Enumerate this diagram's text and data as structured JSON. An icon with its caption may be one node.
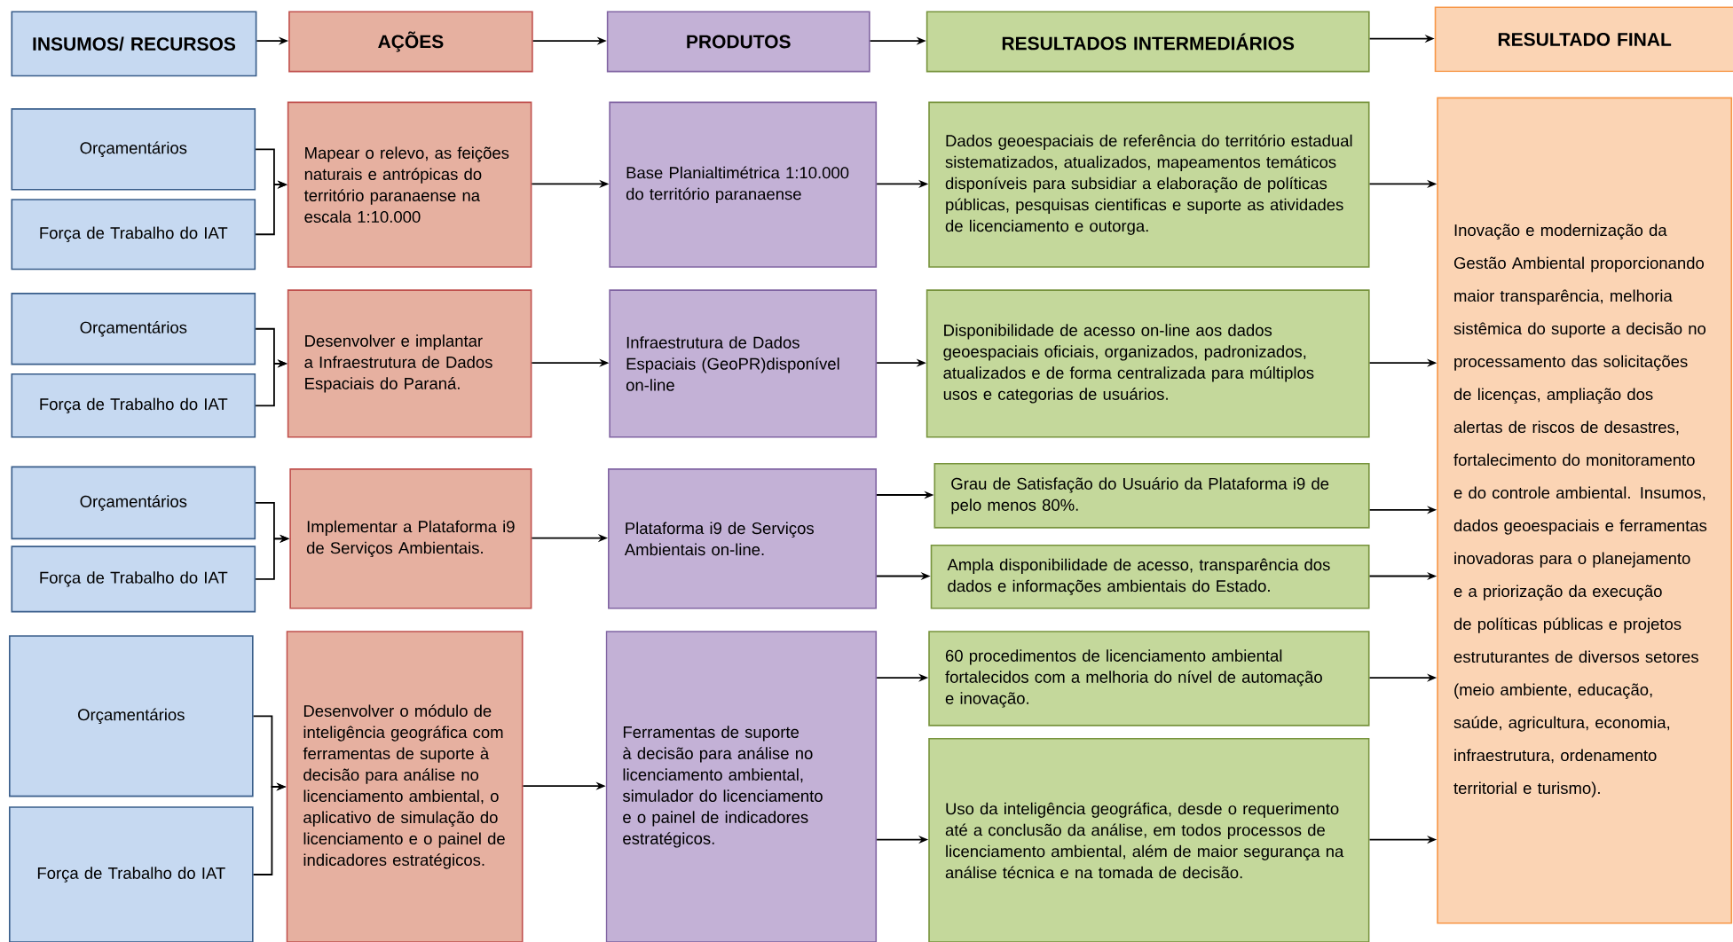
{
  "diagram": {
    "nodes": [
      {
        "text": [
          "INSUMOS/ RECURSOS"
        ]
      },
      {
        "text": [
          "AÇÕES"
        ]
      },
      {
        "text": [
          "PRODUTOS"
        ]
      },
      {
        "text": [
          "RESULTADOS INTERMEDIÁRIOS"
        ]
      },
      {
        "text": [
          "RESULTADO FINAL"
        ]
      },
      {
        "text": [
          "Orçamentários"
        ]
      },
      {
        "text": [
          "Força de Trabalho do IAT"
        ]
      },
      {
        "text": [
          "Mapear o relevo, as feições naturais e antrópicas do território paranaense na escala 1:10.000"
        ]
      },
      {
        "text": [
          "Base Planialtimétrica 1:10.000 do território paranaense"
        ]
      },
      {
        "text": [
          "Dados geoespaciais de referência do território estadual sistematizados, atualizados, mapeamentos temáticos disponíveis para subsidiar a elaboração de políticas públicas, pesquisas cientificas e suporte as atividades de licenciamento e outorga."
        ]
      },
      {
        "text": [
          "Inovação e modernização da Gestão Ambiental proporcionando maior transparência, melhoria sistêmica do suporte a decisão no processamento das solicitações de licenças, ampliação dos alertas de riscos de desastres, fortalecimento do monitoramento e do controle ambiental. Insumos, dados geoespaciais e ferramentas inovadoras para o planejamento e a priorização da execução de políticas públicas e projetos estruturantes de diversos setores (meio ambiente, educação, saúde, agricultura, economia, infraestrutura, ordenamento territorial e turismo)."
        ]
      },
      {
        "text": [
          "Orçamentários"
        ]
      },
      {
        "text": [
          "Força de Trabalho do IAT"
        ]
      },
      {
        "text": [
          "Desenvolver e implantar a Infraestrutura de Dados Espaciais do Paraná."
        ]
      },
      {
        "text": [
          "Infraestrutura de Dados Espaciais (GeoPR)disponível on-line"
        ]
      },
      {
        "text": [
          "Disponibilidade de acesso on-line aos dados geoespaciais oficiais, organizados, padronizados, atualizados e de forma centralizada para múltiplos usos e categorias de usuários."
        ]
      },
      {
        "text": [
          "Orçamentários"
        ]
      },
      {
        "text": [
          "Força de Trabalho do IAT"
        ]
      },
      {
        "text": [
          "Implementar a Plataforma i9 de Serviços Ambientais."
        ]
      },
      {
        "text": [
          "Plataforma i9 de Serviços Ambientais on-line."
        ]
      },
      {
        "text": [
          "Grau de Satisfação do Usuário da Plataforma i9 de pelo menos 80%."
        ]
      },
      {
        "text": [
          "Ampla disponibilidade de acesso, transparência dos dados e informações ambientais do Estado."
        ]
      },
      {
        "text": [
          "Orçamentários"
        ]
      },
      {
        "text": [
          "Força de Trabalho do IAT"
        ]
      },
      {
        "text": [
          "Desenvolver o módulo de inteligência geográfica com ferramentas de suporte à decisão para análise no licenciamento ambiental, o aplicativo de simulação do licenciamento e o painel de indicadores estratégicos."
        ]
      },
      {
        "text": [
          "Ferramentas de suporte à decisão para análise no licenciamento ambiental, simulador do licenciamento e o painel de indicadores estratégicos."
        ]
      },
      {
        "text": [
          "60 procedimentos de licenciamento ambiental fortalecidos com a melhoria do nível de automação e inovação."
        ]
      },
      {
        "text": [
          "Uso da inteligência geográfica, desde o requerimento até a conclusão da análise, em todos processos de licenciamento ambiental, além de maior segurança na análise técnica e na tomada de decisão."
        ]
      }
    ],
    "edges": [
      {
        "from": 0,
        "to": 1,
        "arrow": "to"
      },
      {
        "from": 1,
        "to": 2,
        "arrow": "to"
      },
      {
        "from": 2,
        "to": 3,
        "arrow": "to"
      },
      {
        "from": 3,
        "to": 4,
        "arrow": "to"
      },
      {
        "from": 5,
        "to": 7,
        "arrow": "to"
      },
      {
        "from": 6,
        "to": 7,
        "arrow": "to"
      },
      {
        "from": 7,
        "to": 8,
        "arrow": "to"
      },
      {
        "from": 8,
        "to": 9,
        "arrow": "to"
      },
      {
        "from": 9,
        "to": 10,
        "arrow": "to"
      },
      {
        "from": 11,
        "to": 13,
        "arrow": "to"
      },
      {
        "from": 12,
        "to": 13,
        "arrow": "to"
      },
      {
        "from": 13,
        "to": 14,
        "arrow": "to"
      },
      {
        "from": 14,
        "to": 15,
        "arrow": "to"
      },
      {
        "from": 15,
        "to": 10,
        "arrow": "to"
      },
      {
        "from": 16,
        "to": 18,
        "arrow": "to"
      },
      {
        "from": 17,
        "to": 18,
        "arrow": "to"
      },
      {
        "from": 18,
        "to": 19,
        "arrow": "to"
      },
      {
        "from": 19,
        "to": 20,
        "arrow": "to"
      },
      {
        "from": 19,
        "to": 21,
        "arrow": "to"
      },
      {
        "from": 20,
        "to": 10,
        "arrow": "to"
      },
      {
        "from": 21,
        "to": 10,
        "arrow": "to"
      },
      {
        "from": 22,
        "to": 24,
        "arrow": "to"
      },
      {
        "from": 23,
        "to": 24,
        "arrow": "to"
      },
      {
        "from": 24,
        "to": 25,
        "arrow": "to"
      },
      {
        "from": 25,
        "to": 26,
        "arrow": "to"
      },
      {
        "from": 25,
        "to": 27,
        "arrow": "to"
      },
      {
        "from": 26,
        "to": 10,
        "arrow": "to"
      },
      {
        "from": 27,
        "to": 10,
        "arrow": "to"
      }
    ]
  }
}
